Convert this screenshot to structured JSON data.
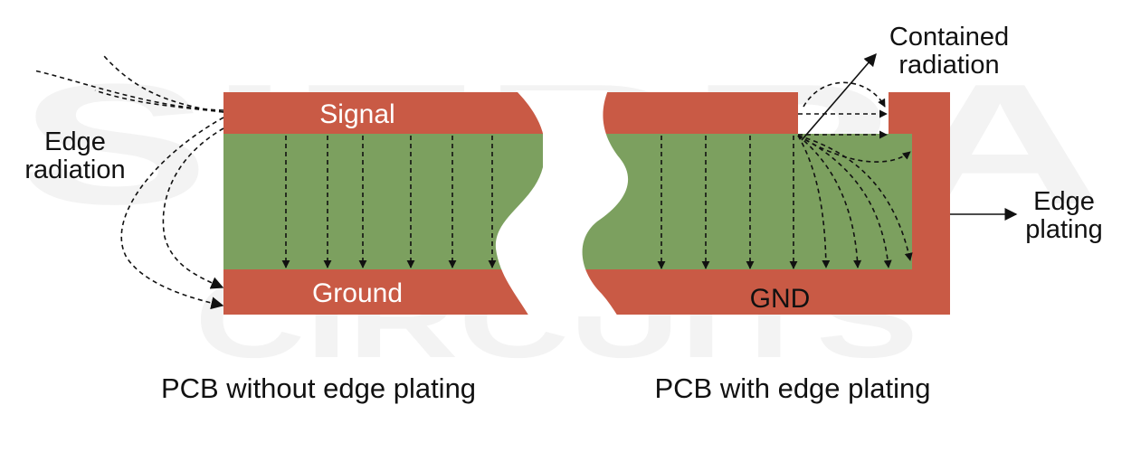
{
  "watermark": {
    "top": "SIERRA",
    "bottom": "CIRCUITS"
  },
  "left_diagram": {
    "caption": "PCB without edge plating",
    "signal_label": "Signal",
    "ground_label": "Ground",
    "side_label_line1": "Edge",
    "side_label_line2": "radiation"
  },
  "right_diagram": {
    "caption": "PCB with edge plating",
    "gnd_label": "GND",
    "top_label_line1": "Contained",
    "top_label_line2": "radiation",
    "side_label_line1": "Edge",
    "side_label_line2": "plating"
  },
  "colors": {
    "copper": "#c95a45",
    "dielectric": "#7ca05f",
    "arrow": "#111111"
  }
}
